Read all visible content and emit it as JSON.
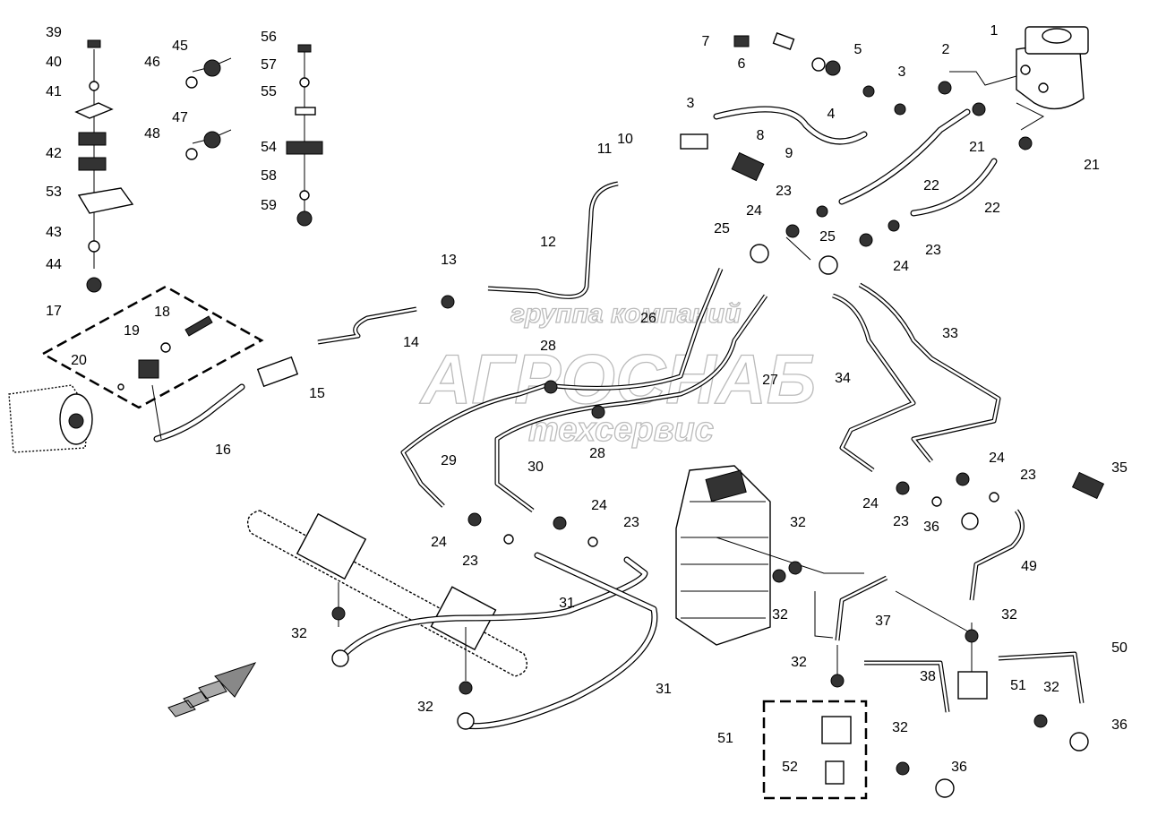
{
  "watermark": {
    "line1": "группа компаний",
    "line2": "АГРОСНАБ",
    "line3": "техсервис"
  },
  "callouts": [
    "39",
    "40",
    "41",
    "42",
    "53",
    "43",
    "44",
    "45",
    "46",
    "47",
    "48",
    "56",
    "57",
    "55",
    "54",
    "58",
    "59",
    "17",
    "18",
    "19",
    "20",
    "15",
    "16",
    "14",
    "13",
    "12",
    "11",
    "10",
    "3",
    "9",
    "8",
    "7",
    "6",
    "5",
    "4",
    "3",
    "2",
    "1",
    "21",
    "21",
    "22",
    "22",
    "23",
    "24",
    "25",
    "25",
    "24",
    "23",
    "26",
    "27",
    "28",
    "28",
    "29",
    "30",
    "33",
    "34",
    "24",
    "23",
    "24",
    "23",
    "36",
    "35",
    "32",
    "32",
    "49",
    "37",
    "32",
    "50",
    "51",
    "32",
    "36",
    "24",
    "23",
    "24",
    "23",
    "31",
    "31",
    "32",
    "32",
    "32",
    "38",
    "32",
    "36",
    "51",
    "52"
  ],
  "colors": {
    "line": "#000000",
    "watermark": "#bbbbbb",
    "background": "#ffffff"
  }
}
